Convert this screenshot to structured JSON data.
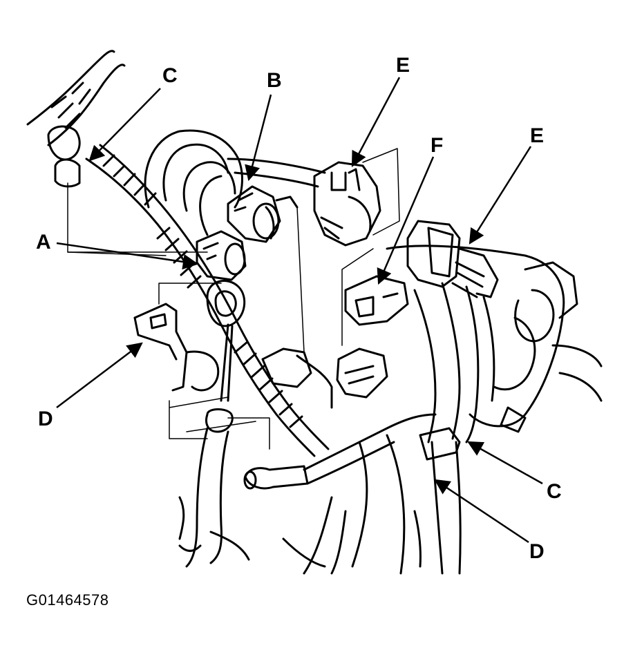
{
  "diagram": {
    "figure_code": "G01464578",
    "callouts": [
      {
        "id": "c-top",
        "letter": "C"
      },
      {
        "id": "b",
        "letter": "B"
      },
      {
        "id": "e-top",
        "letter": "E"
      },
      {
        "id": "f",
        "letter": "F"
      },
      {
        "id": "e-right",
        "letter": "E"
      },
      {
        "id": "a",
        "letter": "A"
      },
      {
        "id": "d-left",
        "letter": "D"
      },
      {
        "id": "c-right",
        "letter": "C"
      },
      {
        "id": "d-right",
        "letter": "D"
      }
    ]
  },
  "colors": {
    "ink": "#000000",
    "paper": "#ffffff"
  }
}
